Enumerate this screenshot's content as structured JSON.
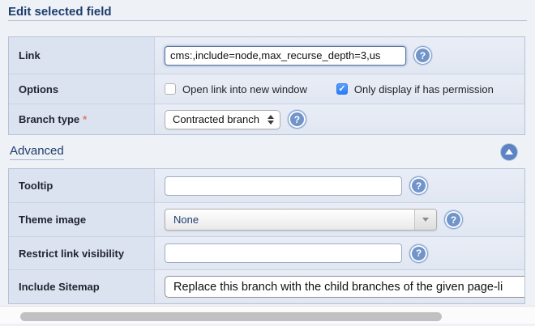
{
  "header": {
    "title": "Edit selected field"
  },
  "icons": {
    "help_glyph": "?",
    "checkmark": "✓",
    "collapse": "up-arrow"
  },
  "form": {
    "rows": [
      {
        "label": "Link",
        "value": "cms:,include=node,max_recurse_depth=3,us"
      },
      {
        "label": "Options",
        "checkbox1": {
          "label": "Open link into new window",
          "checked": false
        },
        "checkbox2": {
          "label": "Only display if has permission",
          "checked": true
        }
      },
      {
        "label": "Branch type",
        "required_marker": "*",
        "value": "Contracted branch"
      }
    ]
  },
  "advanced": {
    "title": "Advanced",
    "rows": [
      {
        "label": "Tooltip",
        "value": ""
      },
      {
        "label": "Theme image",
        "value": "None"
      },
      {
        "label": "Restrict link visibility",
        "value": ""
      },
      {
        "label": "Include Sitemap",
        "value": "Replace this branch with the child branches of the given page-li"
      }
    ]
  },
  "colors": {
    "title_navy": "#1d3c6d",
    "help_icon_blue": "#7195cb",
    "collapse_button_blue": "#5d83c4",
    "checkbox_checked_blue": "#2e7bf6",
    "label_cell_bg": "#dce3f0",
    "page_bg": "#eef1f6"
  }
}
